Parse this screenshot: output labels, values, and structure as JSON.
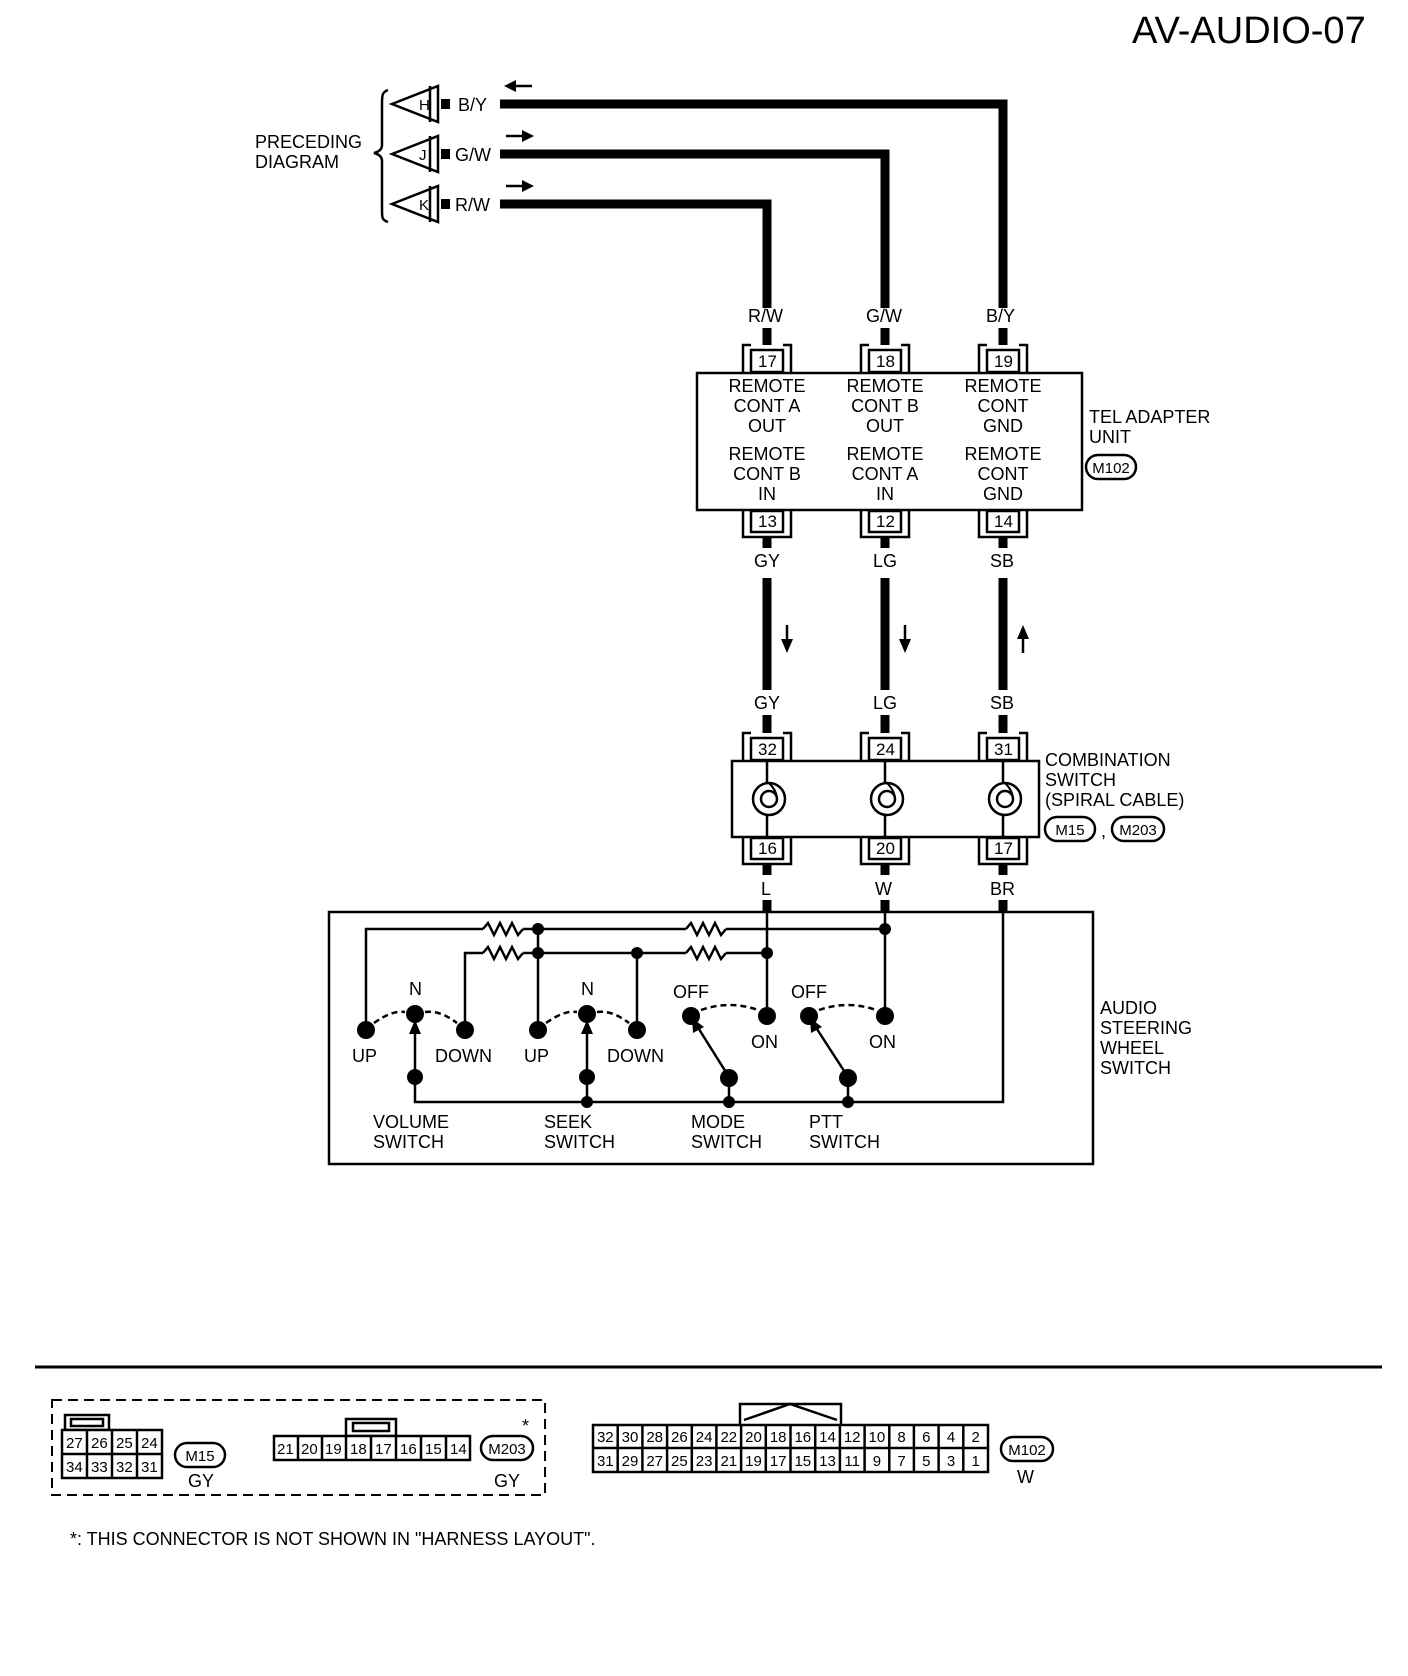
{
  "title": "AV-AUDIO-07",
  "preceding": {
    "label_line1": "PRECEDING",
    "label_line2": "DIAGRAM",
    "connectors": [
      {
        "letter": "H",
        "wire": "B/Y"
      },
      {
        "letter": "J",
        "wire": "G/W"
      },
      {
        "letter": "K",
        "wire": "R/W"
      }
    ]
  },
  "tel_adapter": {
    "name_line1": "TEL ADAPTER",
    "name_line2": "UNIT",
    "connector": "M102",
    "top_wires": [
      "R/W",
      "G/W",
      "B/Y"
    ],
    "top_pins": [
      "17",
      "18",
      "19"
    ],
    "top_funcs": [
      [
        "REMOTE",
        "CONT A",
        "OUT"
      ],
      [
        "REMOTE",
        "CONT B",
        "OUT"
      ],
      [
        "REMOTE",
        "CONT",
        "GND"
      ]
    ],
    "bottom_funcs": [
      [
        "REMOTE",
        "CONT B",
        "IN"
      ],
      [
        "REMOTE",
        "CONT A",
        "IN"
      ],
      [
        "REMOTE",
        "CONT",
        "GND"
      ]
    ],
    "bottom_pins": [
      "13",
      "12",
      "14"
    ],
    "bottom_wires": [
      "GY",
      "LG",
      "SB"
    ]
  },
  "combination_switch": {
    "name_line1": "COMBINATION",
    "name_line2": "SWITCH",
    "name_line3": "(SPIRAL CABLE)",
    "connector1": "M15",
    "connector2": "M203",
    "separator": ",",
    "top_wires": [
      "GY",
      "LG",
      "SB"
    ],
    "top_pins": [
      "32",
      "24",
      "31"
    ],
    "bottom_pins": [
      "16",
      "20",
      "17"
    ],
    "bottom_wires": [
      "L",
      "W",
      "BR"
    ]
  },
  "steering_switch": {
    "name_lines": [
      "AUDIO",
      "STEERING",
      "WHEEL",
      "SWITCH"
    ],
    "volume": {
      "n": "N",
      "up": "UP",
      "down": "DOWN",
      "name1": "VOLUME",
      "name2": "SWITCH"
    },
    "seek": {
      "n": "N",
      "up": "UP",
      "down": "DOWN",
      "name1": "SEEK",
      "name2": "SWITCH"
    },
    "mode": {
      "off": "OFF",
      "on": "ON",
      "name1": "MODE",
      "name2": "SWITCH"
    },
    "ptt": {
      "off": "OFF",
      "on": "ON",
      "name1": "PTT",
      "name2": "SWITCH"
    }
  },
  "connector_views": {
    "m15": {
      "id": "M15",
      "color": "GY",
      "top": [
        "27",
        "26",
        "25",
        "24"
      ],
      "bottom": [
        "34",
        "33",
        "32",
        "31"
      ]
    },
    "m203": {
      "id": "M203",
      "color": "GY",
      "star": "*",
      "pins": [
        "21",
        "20",
        "19",
        "18",
        "17",
        "16",
        "15",
        "14"
      ]
    },
    "m102": {
      "id": "M102",
      "color": "W",
      "top": [
        "32",
        "30",
        "28",
        "26",
        "24",
        "22",
        "20",
        "18",
        "16",
        "14",
        "12",
        "10",
        "8",
        "6",
        "4",
        "2"
      ],
      "bottom": [
        "31",
        "29",
        "27",
        "25",
        "23",
        "21",
        "19",
        "17",
        "15",
        "13",
        "11",
        "9",
        "7",
        "5",
        "3",
        "1"
      ]
    }
  },
  "footnote": "*: THIS CONNECTOR IS NOT SHOWN IN \"HARNESS LAYOUT\"."
}
